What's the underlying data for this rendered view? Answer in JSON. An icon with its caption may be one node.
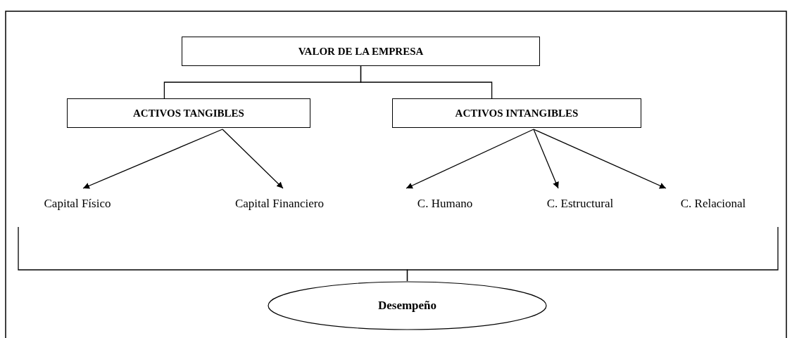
{
  "diagram": {
    "nodes": [
      {
        "text": [
          "VALOR DE LA EMPRESA"
        ]
      },
      {
        "text": [
          "ACTIVOS TANGIBLES"
        ]
      },
      {
        "text": [
          "ACTIVOS INTANGIBLES"
        ]
      },
      {
        "text": [
          "Capital Físico"
        ]
      },
      {
        "text": [
          "Capital Financiero"
        ]
      },
      {
        "text": [
          "C. Humano"
        ]
      },
      {
        "text": [
          "C. Estructural"
        ]
      },
      {
        "text": [
          "C. Relacional"
        ]
      },
      {
        "text": [
          "Desempeño"
        ]
      }
    ],
    "edges": [
      {
        "from": 0,
        "to": 1,
        "arrow": "none"
      },
      {
        "from": 0,
        "to": 2,
        "arrow": "none"
      },
      {
        "from": 1,
        "to": 3,
        "arrow": "to"
      },
      {
        "from": 1,
        "to": 4,
        "arrow": "to"
      },
      {
        "from": 2,
        "to": 5,
        "arrow": "to"
      },
      {
        "from": 2,
        "to": 6,
        "arrow": "to"
      },
      {
        "from": 2,
        "to": 7,
        "arrow": "to"
      },
      {
        "from": 3,
        "to": 8,
        "arrow": "none"
      },
      {
        "from": 7,
        "to": 8,
        "arrow": "none"
      }
    ]
  }
}
